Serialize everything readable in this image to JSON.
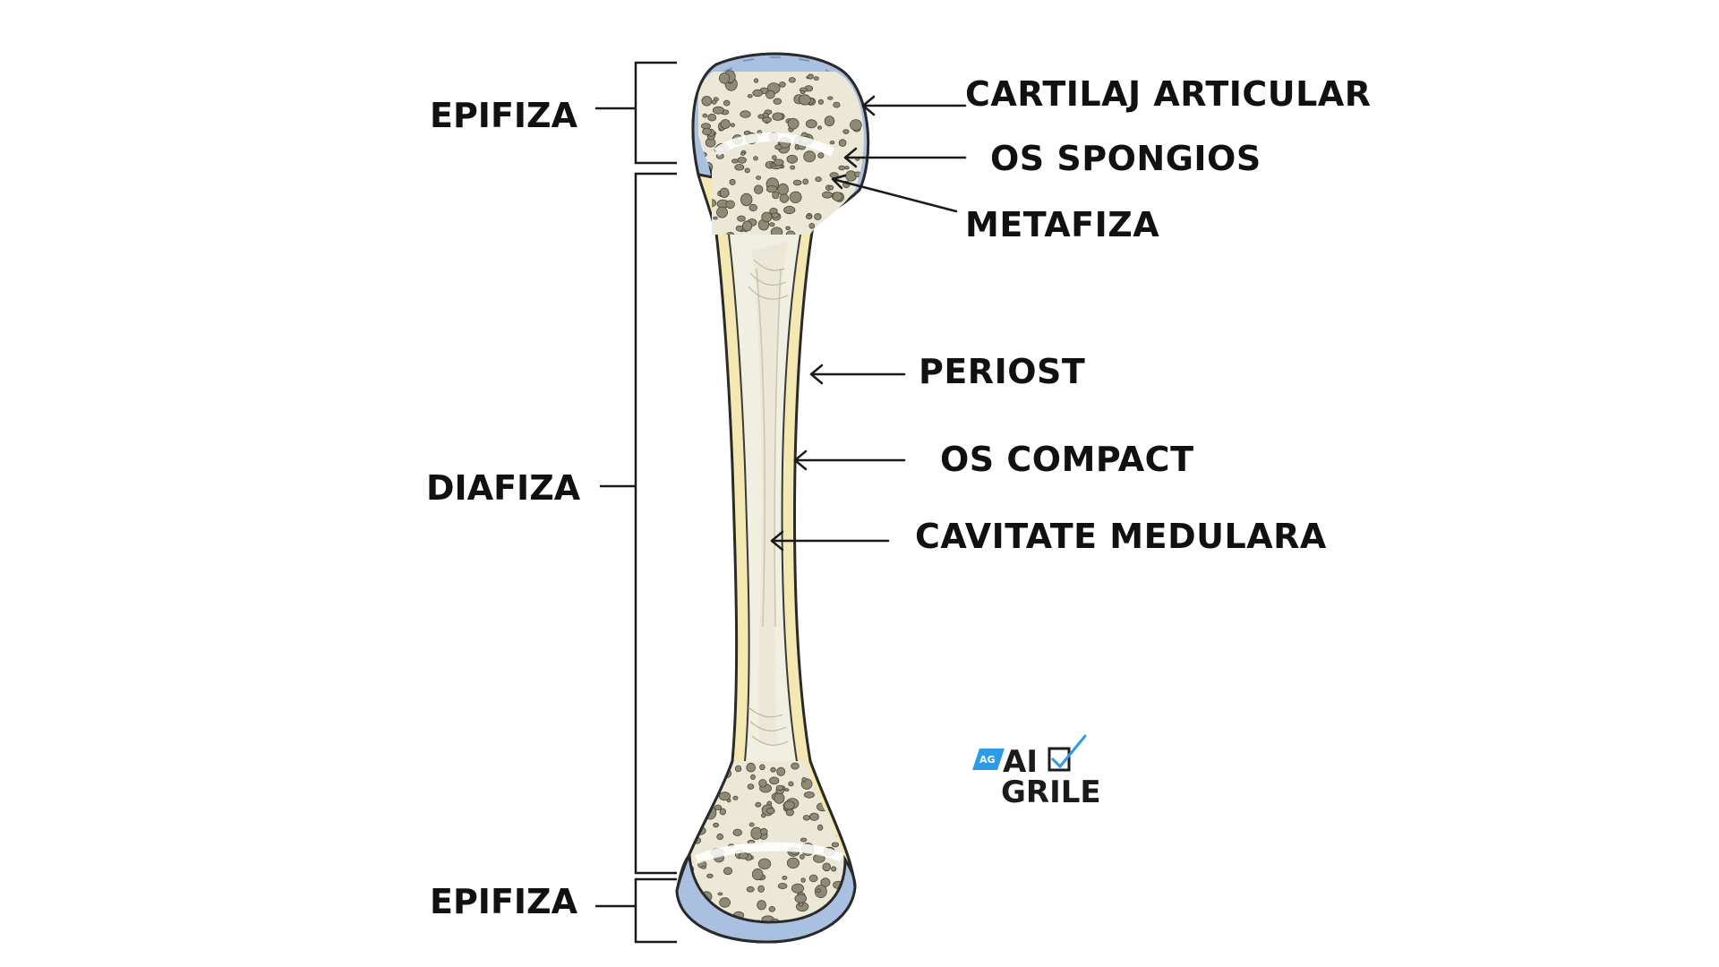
{
  "labels_right": {
    "cartilaj": "CARTILAJ ARTICULAR",
    "spongios": "OS SPONGIOS",
    "metafiza": "METAFIZA",
    "periost": "PERIOST",
    "compact": "OS COMPACT",
    "cavitate": "CAVITATE MEDULARA"
  },
  "labels_left": {
    "epifiza_top": "EPIFIZA",
    "diafiza": "DIAFIZA",
    "epifiza_bottom": "EPIFIZA"
  },
  "logo": {
    "badge": "AG",
    "line1": "AI",
    "line2": "GRILE"
  },
  "colors": {
    "bone": "#f1efe2",
    "periosteum": "#f3e7b2",
    "cartilage": "#aac0e0",
    "cartilage_dark": "#7f9bc8",
    "spongy_bg": "#ece8d8",
    "pores": "#8f8a74",
    "outline": "#2a2a2a",
    "logo_blue": "#2e9be6"
  },
  "icons": [
    "arrow-left-icon",
    "bracket-icon",
    "check-box-icon"
  ]
}
